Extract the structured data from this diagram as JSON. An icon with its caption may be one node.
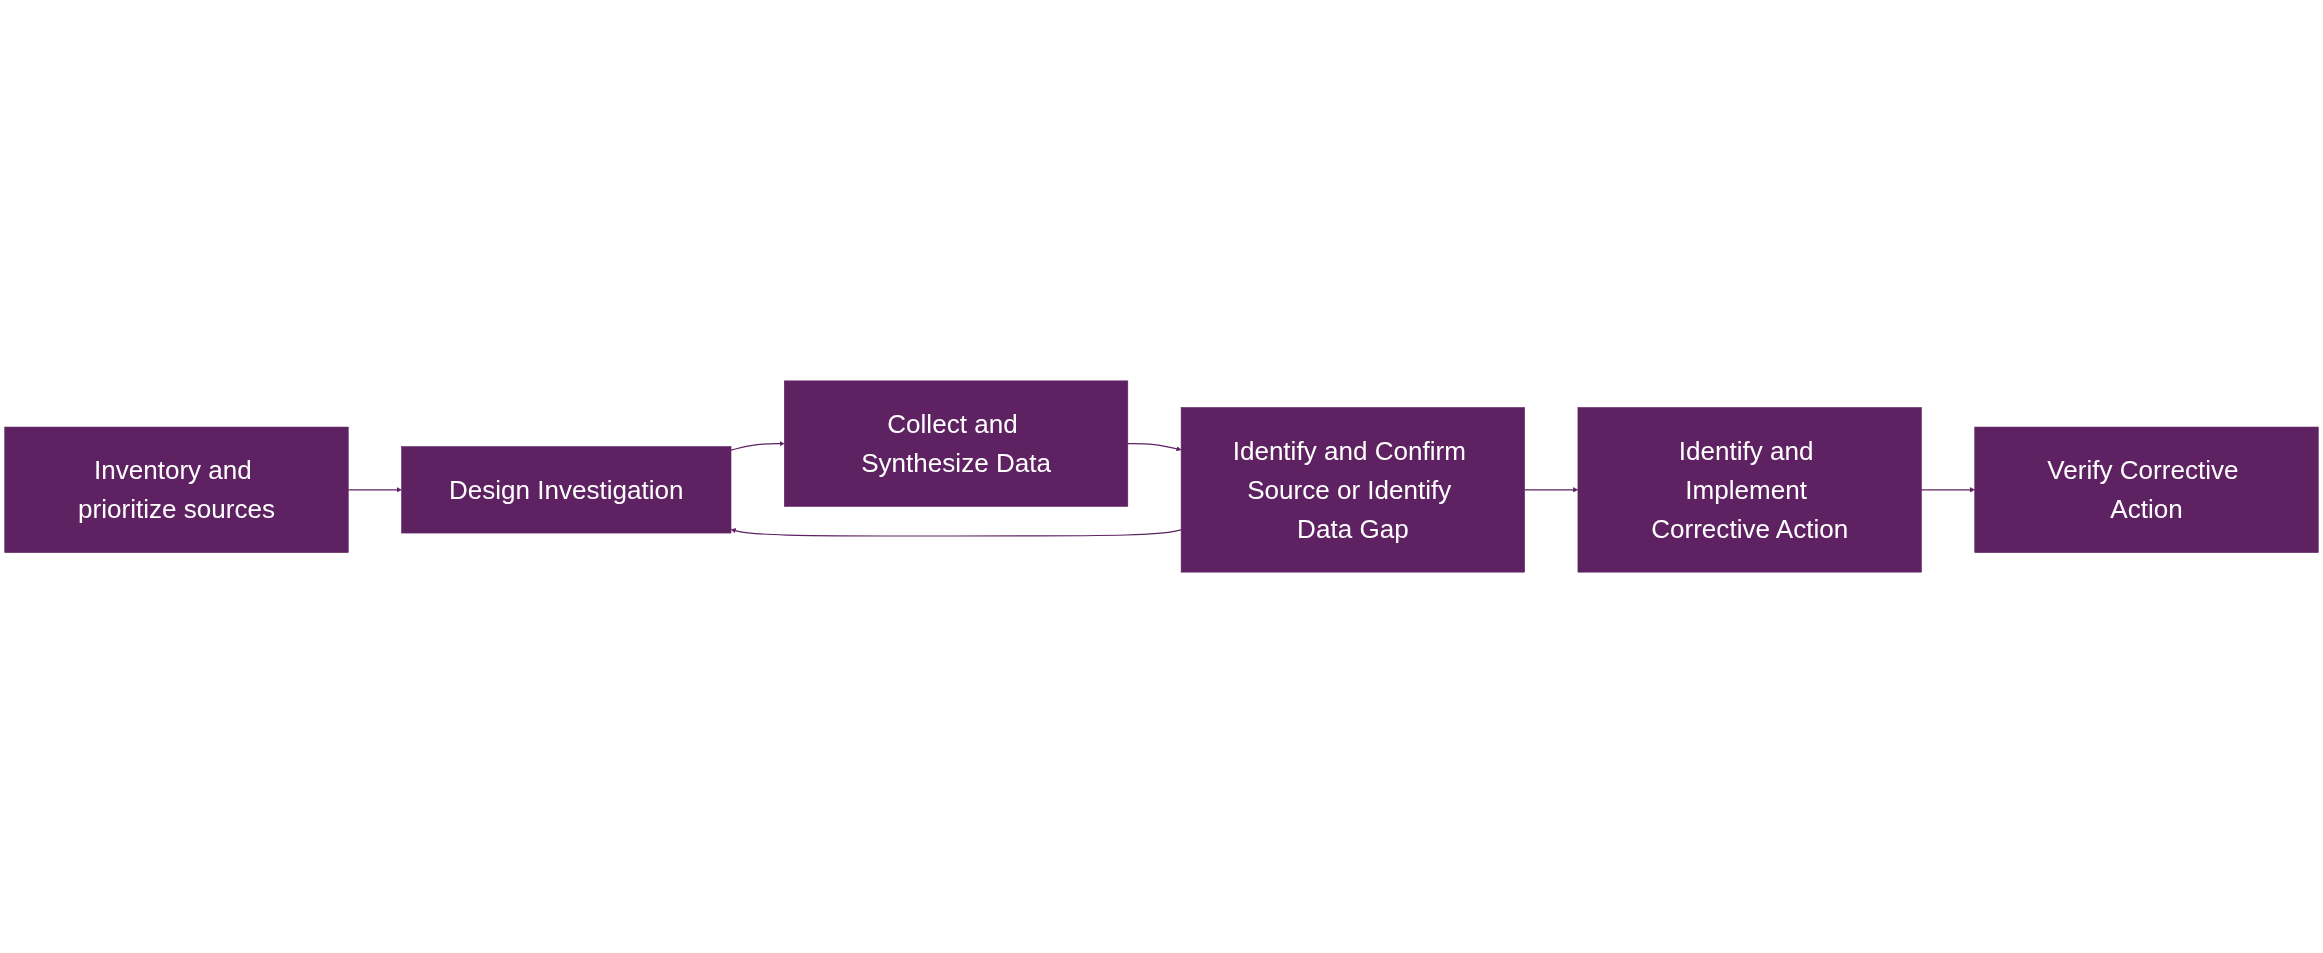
{
  "diagram": {
    "nodes": [
      {
        "text": [
          "Inventory and prioritize sources"
        ]
      },
      {
        "text": [
          "Design Investigation"
        ]
      },
      {
        "text": [
          "Collect and Synthesize Data"
        ]
      },
      {
        "text": [
          "Identify and Confirm Source or Identify Data Gap"
        ]
      },
      {
        "text": [
          "Identify and Implement Corrective Action"
        ]
      },
      {
        "text": [
          "Verify Corrective Action"
        ]
      }
    ],
    "edges": [
      {
        "from": 0,
        "to": 1,
        "arrow": "to"
      },
      {
        "from": 1,
        "to": 2,
        "arrow": "to"
      },
      {
        "from": 2,
        "to": 3,
        "arrow": "to"
      },
      {
        "from": 3,
        "to": 1,
        "arrow": "to"
      },
      {
        "from": 3,
        "to": 4,
        "arrow": "to"
      },
      {
        "from": 4,
        "to": 5,
        "arrow": "to"
      }
    ]
  }
}
